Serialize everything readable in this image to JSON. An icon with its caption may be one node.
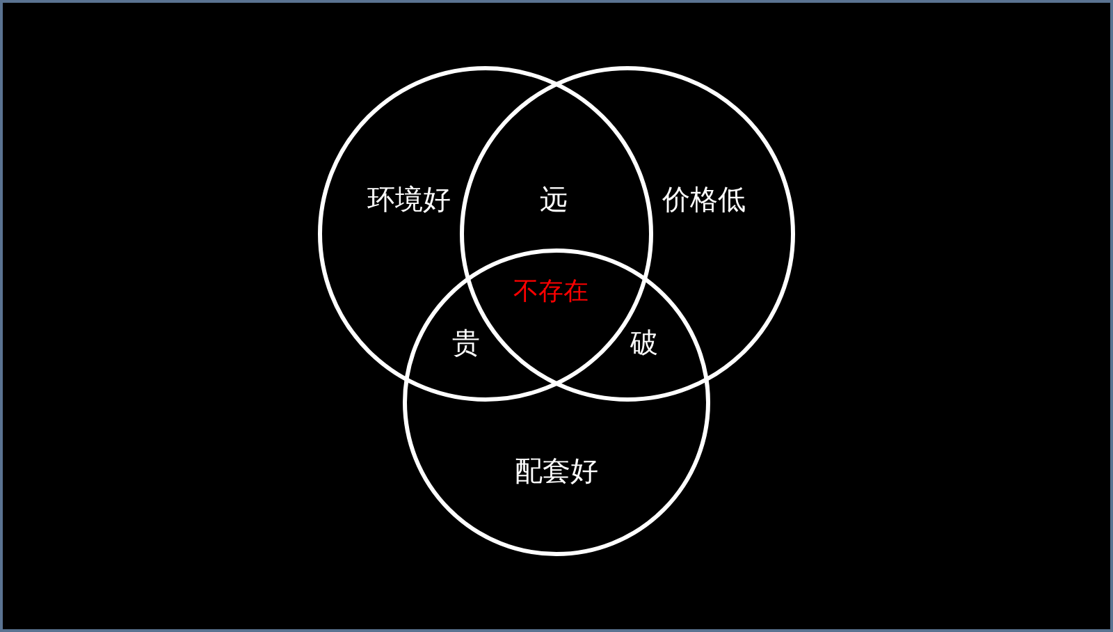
{
  "diagram": {
    "nodes": [
      {
        "text": [
          "环境好"
        ]
      },
      {
        "text": [
          "价格低"
        ]
      },
      {
        "text": [
          "配套好"
        ]
      }
    ],
    "labels": [
      "远",
      "不存在",
      "贵",
      "破"
    ]
  }
}
